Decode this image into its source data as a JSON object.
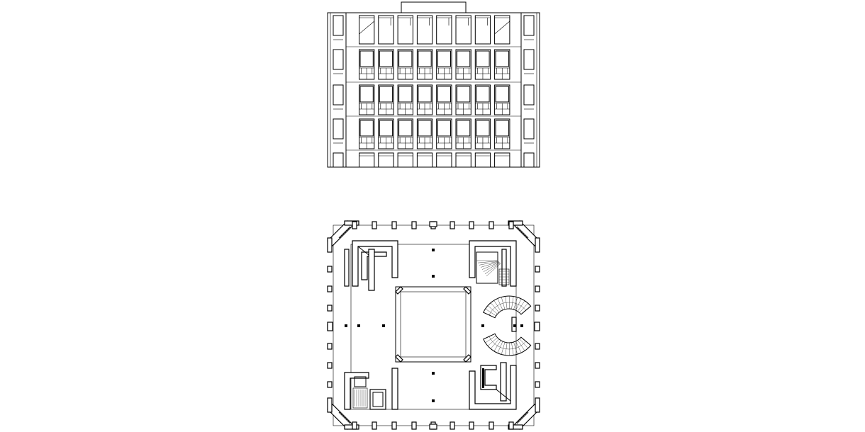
{
  "drawing": {
    "views": [
      {
        "id": "elevation",
        "kind": "building-elevation",
        "floors": 5,
        "bays": 8
      },
      {
        "id": "plan",
        "kind": "floor-plan",
        "features": [
          "central-square-atrium",
          "corner-stairs",
          "curved-stairs",
          "perimeter-piers"
        ]
      }
    ],
    "line_color": "#000000",
    "background_color": "#ffffff"
  }
}
